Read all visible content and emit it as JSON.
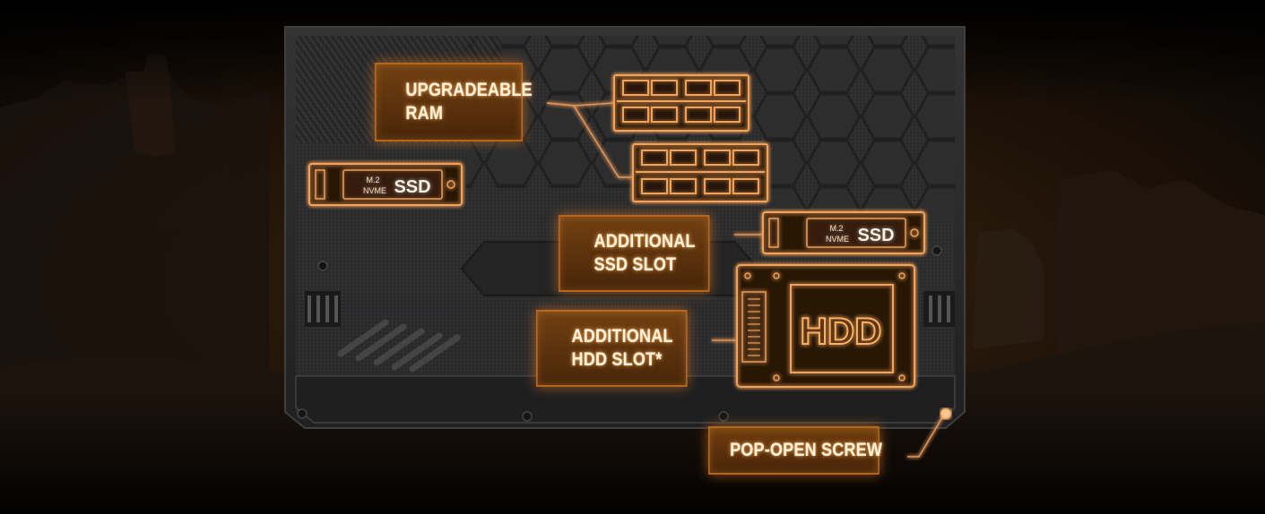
{
  "callouts": {
    "ram": {
      "line1": "UPGRADEABLE",
      "line2": "RAM"
    },
    "ssd_slot": {
      "line1": "ADDITIONAL",
      "line2": "SSD SLOT"
    },
    "hdd_slot": {
      "line1": "ADDITIONAL",
      "line2": "HDD SLOT*"
    },
    "screw": {
      "line1": "POP-OPEN SCREW"
    }
  },
  "components": {
    "ssd_left": {
      "small_top": "M.2",
      "small_bottom": "NVME",
      "big": "SSD"
    },
    "ssd_right": {
      "small_top": "M.2",
      "small_bottom": "NVME",
      "big": "SSD"
    },
    "hdd": {
      "label": "HDD"
    }
  },
  "colors": {
    "glow": "#ffb061",
    "outline": "#f3a25a",
    "label_fill": "#6e3a0c",
    "label_border": "#b8661c",
    "chassis": "#2a2a2b"
  }
}
